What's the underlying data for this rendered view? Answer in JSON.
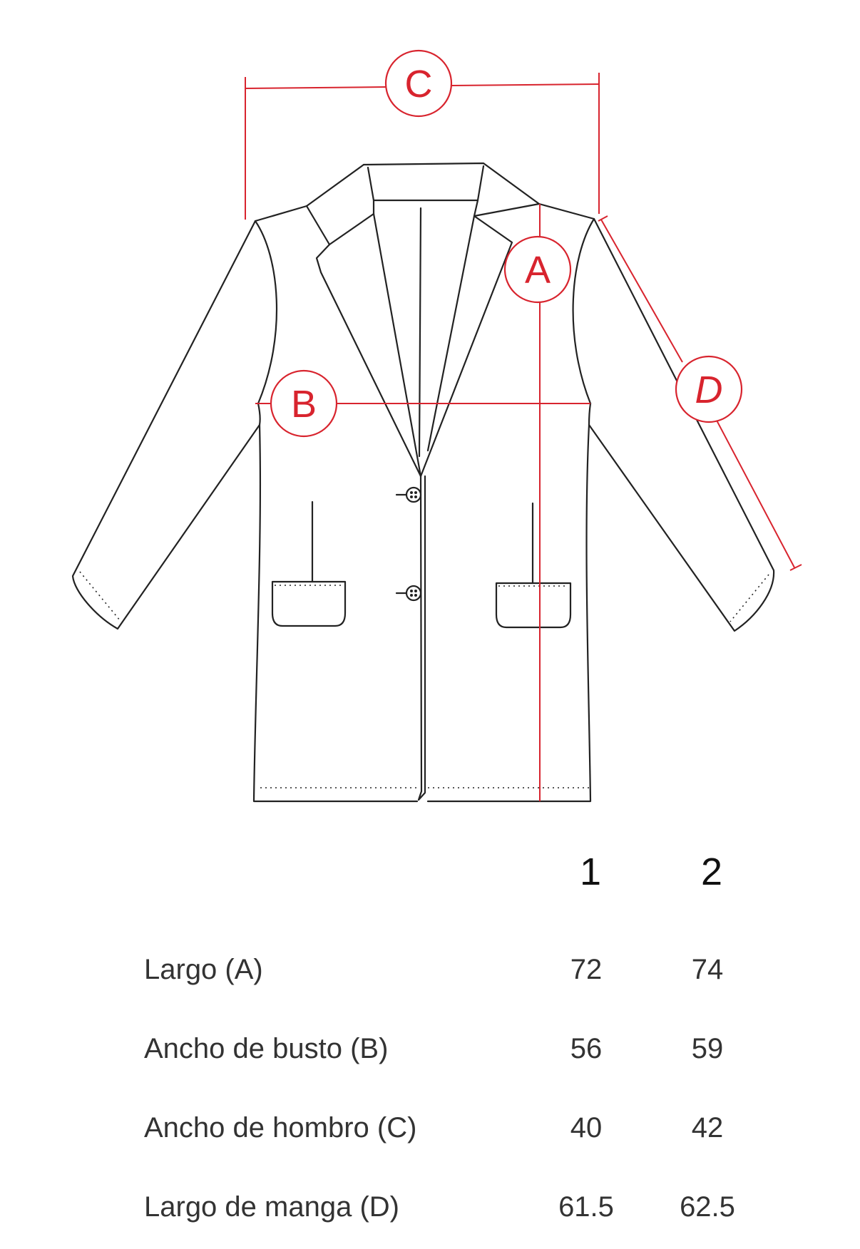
{
  "diagram": {
    "markers": {
      "A": "A",
      "B": "B",
      "C": "C",
      "D": "D"
    },
    "colors": {
      "line": "#222222",
      "measure": "#d8242e"
    }
  },
  "table": {
    "sizes": [
      "1",
      "2"
    ],
    "rows": [
      {
        "label": "Largo (A)",
        "values": [
          "72",
          "74"
        ]
      },
      {
        "label": "Ancho de busto (B)",
        "values": [
          "56",
          "59"
        ]
      },
      {
        "label": "Ancho de hombro (C)",
        "values": [
          "40",
          "42"
        ]
      },
      {
        "label": "Largo de manga (D)",
        "values": [
          "61.5",
          "62.5"
        ]
      }
    ]
  }
}
